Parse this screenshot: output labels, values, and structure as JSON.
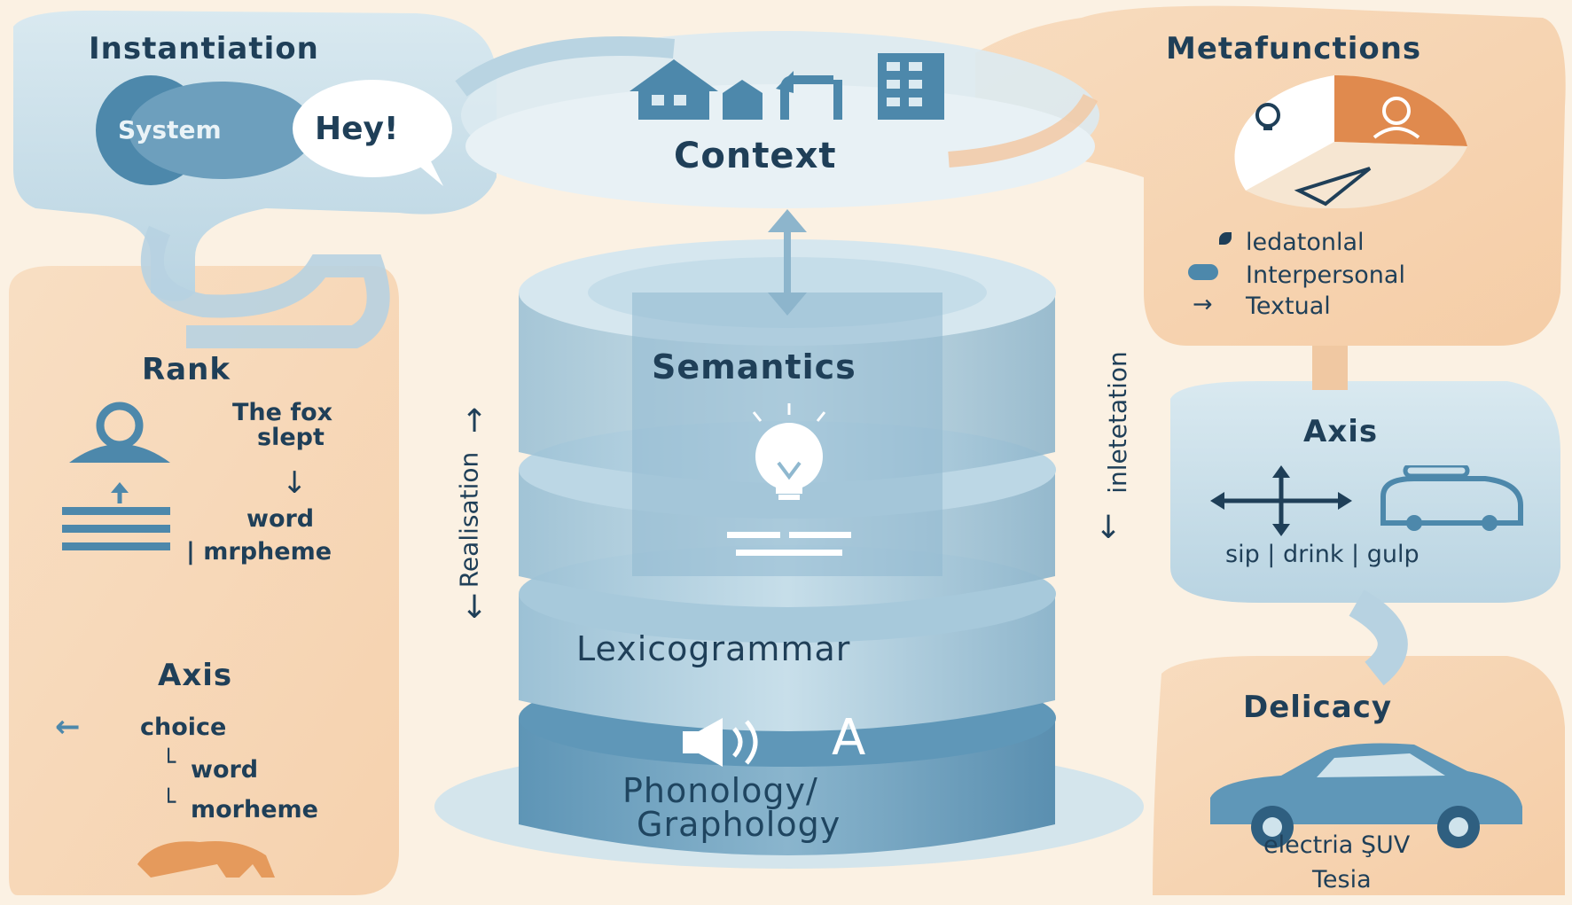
{
  "context": {
    "title": "Context"
  },
  "instantiation": {
    "title": "Instantiation",
    "system_label": "System",
    "instance_label": "Hey!"
  },
  "metafunctions": {
    "title": "Metafunctions",
    "items": [
      "ledatonlal",
      "Interpersonal",
      "Textual"
    ]
  },
  "rank": {
    "title": "Rank",
    "example_line1": "The fox",
    "example_line2": "slept",
    "word": "word",
    "morpheme": "| mrpheme"
  },
  "axis_left": {
    "title": "Axis",
    "choice": "choice",
    "word": "word",
    "morpheme": "morheme"
  },
  "axis_right": {
    "title": "Axis",
    "examples": "sip | drink | gulp"
  },
  "delicacy": {
    "title": "Delicacy",
    "line1": "electria ŞUV",
    "line2": "Tesia"
  },
  "stack": {
    "semantics": "Semantics",
    "lexicogrammar": "Lexicogrammar",
    "phonology_line1": "Phonology/",
    "phonology_line2": "Graphology",
    "glyph": "A"
  },
  "side_labels": {
    "realisation": "Realisation",
    "interpretation": "inletetation"
  },
  "colors": {
    "background": "#fbf1e3",
    "blue_light": "#cfe3ec",
    "blue_mid": "#9fc3d6",
    "blue_dark": "#4d88ab",
    "peach": "#f6d2ad",
    "orange": "#e08a4e",
    "text": "#1f3f58"
  }
}
